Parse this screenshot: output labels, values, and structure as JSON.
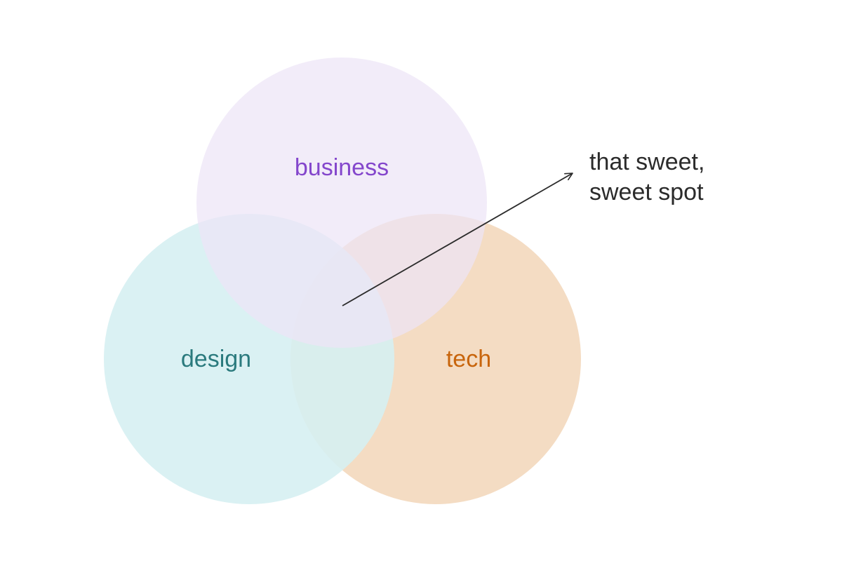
{
  "venn": {
    "sets": [
      {
        "key": "business",
        "label": "business",
        "fill": "#ede5f7",
        "label_color": "#8446cc"
      },
      {
        "key": "design",
        "label": "design",
        "fill": "#d6eff2",
        "label_color": "#2a7a7d"
      },
      {
        "key": "tech",
        "label": "tech",
        "fill": "#f3d8bd",
        "label_color": "#c8650c"
      }
    ],
    "annotation": {
      "lines": [
        "that sweet,",
        "sweet spot"
      ],
      "color": "#2b2b2b"
    }
  }
}
